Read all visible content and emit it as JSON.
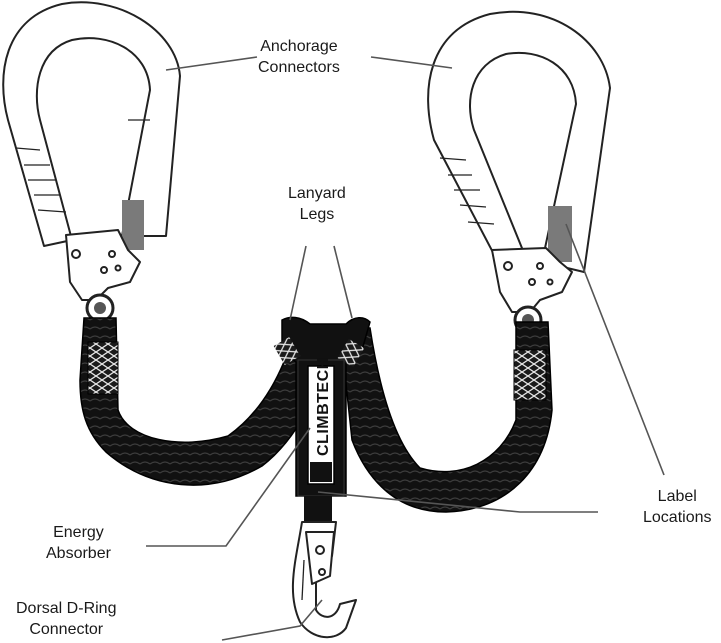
{
  "callouts": {
    "anchorage": {
      "line1": "Anchorage",
      "line2": "Connectors"
    },
    "lanyard": {
      "line1": "Lanyard",
      "line2": "Legs"
    },
    "label": {
      "line1": "Label",
      "line2": "Locations"
    },
    "energy": {
      "line1": "Energy",
      "line2": "Absorber"
    },
    "dorsal": {
      "line1": "Dorsal D-Ring",
      "line2": "Connector"
    }
  },
  "absorber_brand": "CLIMBTECH",
  "colors": {
    "webbing": "#111111",
    "metal_fill": "#ffffff",
    "metal_stroke": "#222222",
    "label_band": "#7a7a7a",
    "leader_line": "#555555"
  }
}
